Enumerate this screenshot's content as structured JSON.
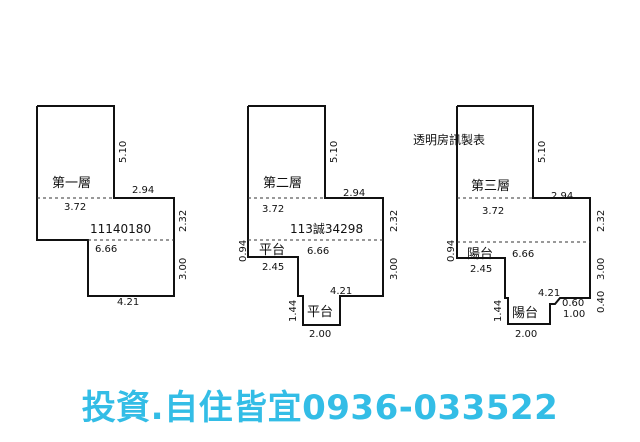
{
  "colors": {
    "lines": "#111111",
    "footer_text": "#33bde6",
    "background": "#ffffff"
  },
  "note": "透明房訊製表",
  "floors": {
    "f1": {
      "name": "第一層",
      "code": "11140180",
      "d_510": "5.10",
      "d_294": "2.94",
      "d_372": "3.72",
      "d_232": "2.32",
      "d_666": "6.66",
      "d_300": "3.00",
      "d_421": "4.21"
    },
    "f2": {
      "name": "第二層",
      "code": "113誠34298",
      "d_510": "5.10",
      "d_294": "2.94",
      "d_372": "3.72",
      "d_232": "2.32",
      "d_094": "0.94",
      "platform_mid": "平台",
      "d_666": "6.66",
      "d_245": "2.45",
      "d_300": "3.00",
      "d_421": "4.21",
      "d_144": "1.44",
      "platform_low": "平台",
      "d_200": "2.00"
    },
    "f3": {
      "name": "第三層",
      "d_510": "5.10",
      "d_294": "2.94",
      "d_372": "3.72",
      "d_232": "2.32",
      "d_094": "0.94",
      "balcony_mid": "陽台",
      "d_666": "6.66",
      "d_245": "2.45",
      "d_300": "3.00",
      "d_421": "4.21",
      "d_060": "0.60",
      "d_100": "1.00",
      "d_040": "0.40",
      "d_144": "1.44",
      "balcony_low": "陽台",
      "d_200": "2.00"
    }
  },
  "footer": "投資.自住皆宜0936-033522"
}
